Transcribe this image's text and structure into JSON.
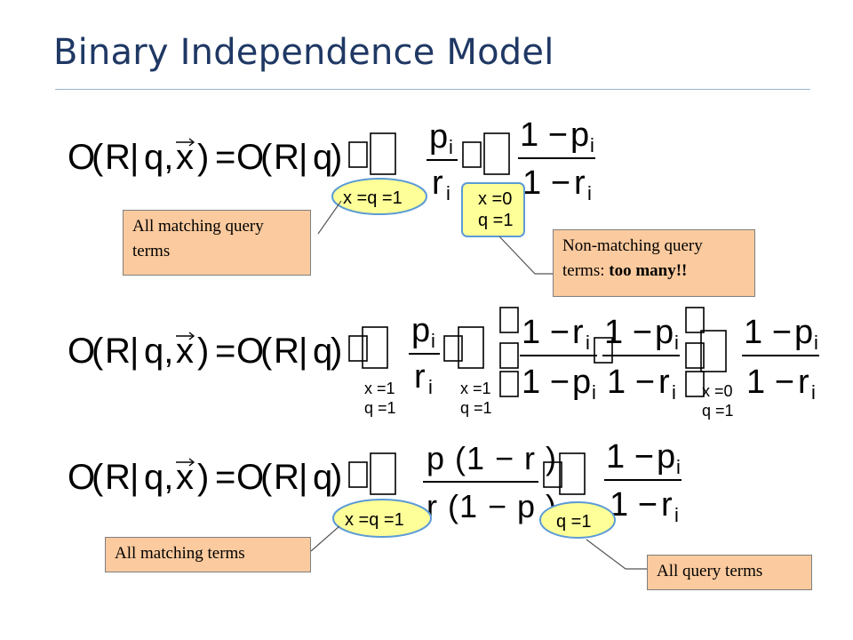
{
  "slide": {
    "title": "Binary Independence Model"
  },
  "eq1": {
    "lhs": {
      "O": "O",
      "open": "(",
      "R": "R",
      "bar": "|",
      "q": "q,",
      "x": "x",
      "close": ")"
    },
    "eq": "=",
    "rhs": {
      "O": "O",
      "open": "(",
      "R": "R",
      "bar": "|",
      "q": "q",
      "close": ")"
    },
    "p": "p",
    "r": "r",
    "i": "i",
    "one_minus": "1 −",
    "oval_cond": "x =q =1",
    "box_cond_1": "x =0",
    "box_cond_2": "q =1"
  },
  "eq2": {
    "lhs": {
      "O": "O",
      "open": "(",
      "R": "R",
      "bar": "|",
      "q": "q,",
      "x": "x",
      "close": ")"
    },
    "eq": "=",
    "rhs": {
      "O": "O",
      "open": "(",
      "R": "R",
      "bar": "|",
      "q": "q",
      "close": ")"
    },
    "p": "p",
    "r": "r",
    "i": "i",
    "one_minus": "1 −",
    "cond_x1": "x =1",
    "cond_q1": "q =1",
    "cond_x0": "x =0"
  },
  "eq3": {
    "lhs": {
      "O": "O",
      "open": "(",
      "R": "R",
      "bar": "|",
      "q": "q,",
      "x": "x",
      "close": ")"
    },
    "eq": "=",
    "rhs": {
      "O": "O",
      "open": "(",
      "R": "R",
      "bar": "|",
      "q": "q",
      "close": ")"
    },
    "num": "p (1 − r )",
    "den": "r (1 − p )",
    "one_minus": "1 −",
    "p": "p",
    "r": "r",
    "i": "i",
    "oval1_cond": "x =q =1",
    "oval2_cond": "q =1"
  },
  "callouts": {
    "all_matching_query_terms": "All matching query terms",
    "non_matching_1": "Non-matching query terms: ",
    "non_matching_bold": "too many!!",
    "all_matching_terms": "All matching terms",
    "all_query_terms": "All query terms"
  },
  "colors": {
    "title": "#1F3864",
    "callout_bg": "#FBCA9E",
    "oval_bg": "#FFFF99",
    "oval_border": "#5B9BD5"
  }
}
